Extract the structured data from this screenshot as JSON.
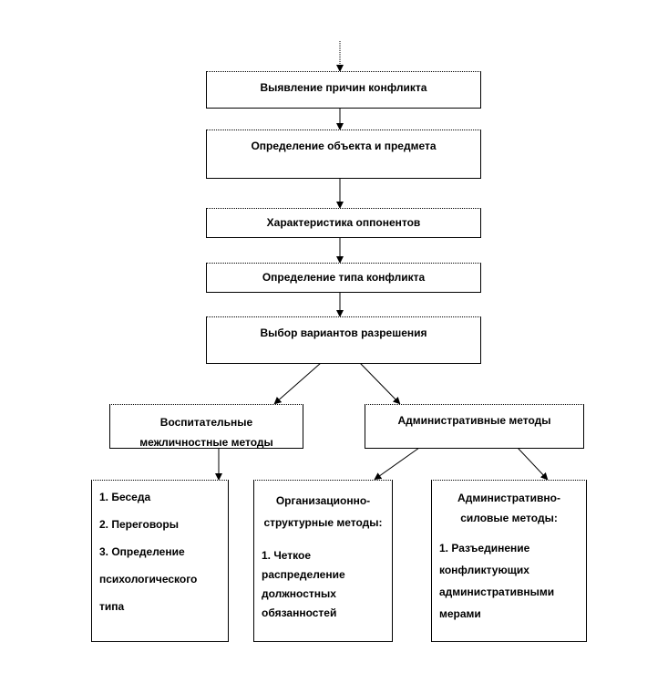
{
  "steps": [
    "Выявление причин конфликта",
    "Определение объекта и предмета",
    "Характеристика оппонентов",
    "Определение типа конфликта",
    "Выбор вариантов разрешения"
  ],
  "branches": {
    "educational": {
      "line1": "Воспитательные",
      "line2": "межличностные методы"
    },
    "administrative": "Административные методы"
  },
  "leaves": {
    "educational_list": [
      "1. Беседа",
      "2. Переговоры",
      "3. Определение",
      "психологического",
      "типа"
    ],
    "org_structural": {
      "title1": "Организационно-",
      "title2": "структурные методы:",
      "items": [
        "1. Четкое",
        "распределение",
        "должностных",
        "обязанностей"
      ]
    },
    "admin_force": {
      "title1": "Административно-",
      "title2": "силовые методы:",
      "items": [
        "1. Разъединение",
        "конфликтующих",
        "административными",
        "мерами"
      ]
    }
  }
}
